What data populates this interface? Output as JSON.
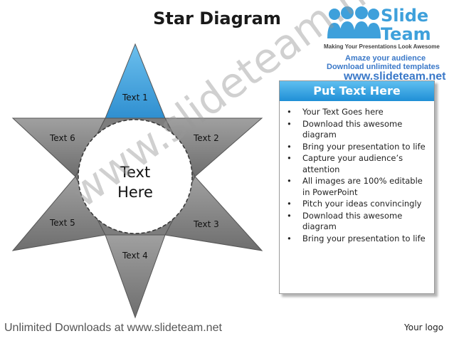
{
  "title": "Star Diagram",
  "logo": {
    "name_line1": "Slide",
    "name_line2": "Team",
    "tagline": "Making Your Presentations Look Awesome",
    "line1": "Amaze your audience",
    "line2": "Download unlimited templates",
    "line3": "www.slideteam.net"
  },
  "star": {
    "center_text_line1": "Text",
    "center_text_line2": "Here",
    "points": [
      {
        "label": "Text 1",
        "color": "#3d9dd9"
      },
      {
        "label": "Text 2",
        "color": "#8a8a8a"
      },
      {
        "label": "Text 3",
        "color": "#8a8a8a"
      },
      {
        "label": "Text 4",
        "color": "#8a8a8a"
      },
      {
        "label": "Text 5",
        "color": "#8a8a8a"
      },
      {
        "label": "Text 6",
        "color": "#8a8a8a"
      }
    ]
  },
  "panel": {
    "header": "Put Text Here",
    "header_color": "#2a97dc",
    "items": [
      "Your Text Goes here",
      "Download this awesome diagram",
      "Bring your presentation to life",
      "Capture your audience’s attention",
      "All images are 100% editable in PowerPoint",
      "Pitch your ideas convincingly",
      "Download this awesome diagram",
      "Bring your presentation to life"
    ]
  },
  "watermark": "www.slideteam.net",
  "footer": "Unlimited Downloads at www.slideteam.net",
  "your_logo": "Your logo"
}
